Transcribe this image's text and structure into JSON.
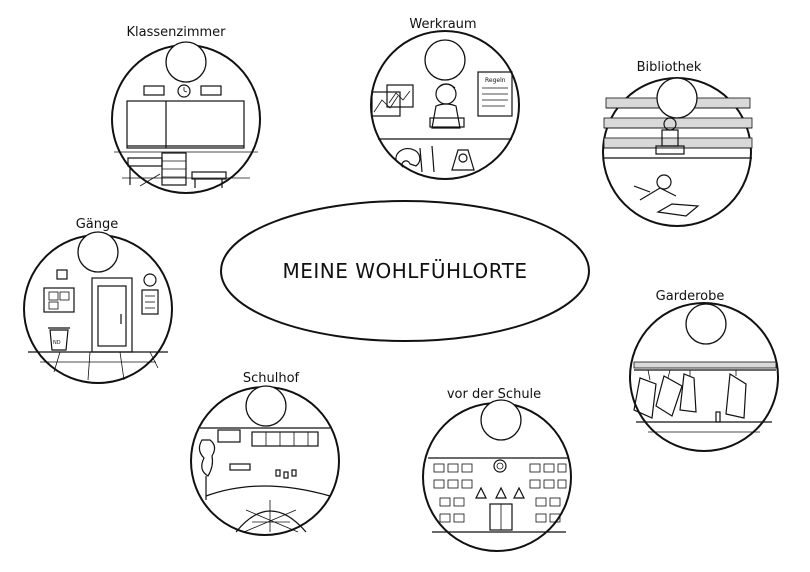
{
  "title": "MEINE WOHLFÜHLORTE",
  "places": [
    {
      "id": "klassenzimmer",
      "label": "Klassenzimmer"
    },
    {
      "id": "werkraum",
      "label": "Werkraum"
    },
    {
      "id": "bibliothek",
      "label": "Bibliothek"
    },
    {
      "id": "gaenge",
      "label": "Gänge"
    },
    {
      "id": "garderobe",
      "label": "Garderobe"
    },
    {
      "id": "schulhof",
      "label": "Schulhof"
    },
    {
      "id": "vor-der-schule",
      "label": "vor der Schule"
    }
  ],
  "scene_text": {
    "regeln": "Regeln",
    "sign": "ND"
  }
}
